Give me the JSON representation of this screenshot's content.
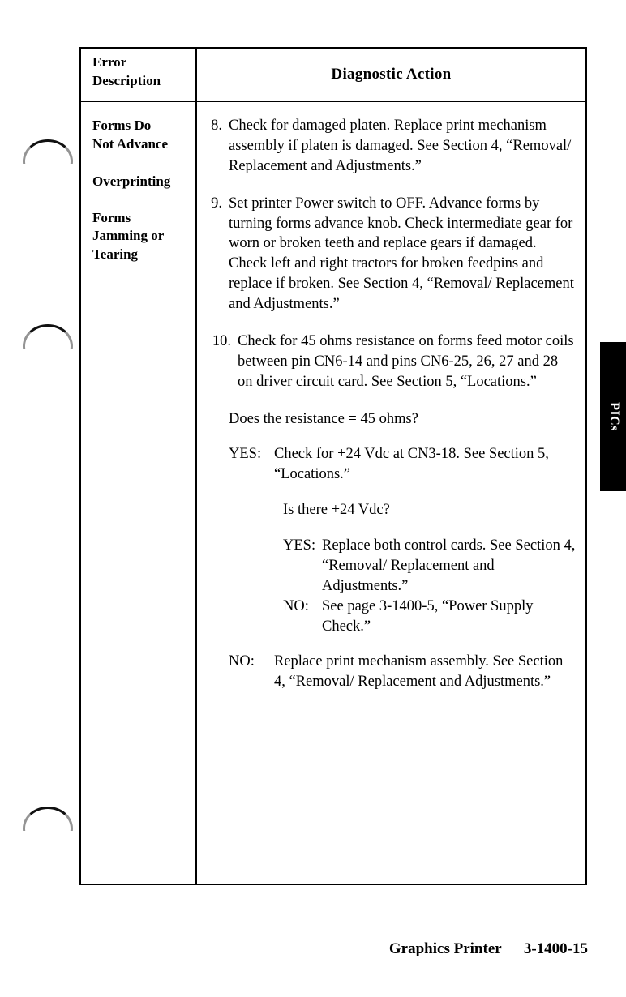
{
  "page": {
    "footer_title": "Graphics Printer",
    "footer_page_number": "3-1400-15",
    "thumb_tab_label": "PICs"
  },
  "table": {
    "headers": {
      "error_description": "Error\nDescription",
      "error_description_line1": "Error",
      "error_description_line2": "Description",
      "diagnostic_action": "Diagnostic Action"
    },
    "error_descriptions": [
      "Forms Do\nNot Advance",
      "Overprinting",
      "Forms\nJamming or\nTearing"
    ],
    "error_descriptions_lines": {
      "item0_line1": "Forms Do",
      "item0_line2": "Not Advance",
      "item1_line1": "Overprinting",
      "item2_line1": "Forms",
      "item2_line2": "Jamming or",
      "item2_line3": "Tearing"
    },
    "steps": [
      {
        "number": "8.",
        "text": "Check for damaged platen. Replace print mechanism assembly if platen is damaged. See Section 4, “Removal/ Replacement and Adjustments.”"
      },
      {
        "number": "9.",
        "text": "Set printer Power switch to OFF. Advance forms by turning forms advance knob. Check intermediate gear for worn or broken teeth and replace gears if damaged. Check left and right tractors for broken feedpins and replace if broken. See Section 4, “Removal/ Replacement and Adjustments.”"
      },
      {
        "number": "10.",
        "text": "Check for 45 ohms resistance on forms feed motor coils between pin CN6-14 and pins CN6-25, 26, 27 and 28 on driver circuit card. See Section 5, “Locations.”"
      }
    ],
    "decision_tree": {
      "question_1": "Does the resistance = 45 ohms?",
      "yes_1_key": "YES:",
      "yes_1_text": "Check for +24 Vdc at CN3-18. See Section 5, “Locations.”",
      "question_2": "Is there +24 Vdc?",
      "yes_2_key": "YES:",
      "yes_2_text": "Replace both control cards. See Section 4, “Removal/ Replacement and Adjustments.”",
      "no_2_key": "NO:",
      "no_2_text": "See page 3-1400-5, “Power Supply Check.”",
      "no_1_key": "NO:",
      "no_1_text": "Replace print mechanism assembly. See Section 4, “Removal/ Replacement and Adjustments.”"
    }
  }
}
